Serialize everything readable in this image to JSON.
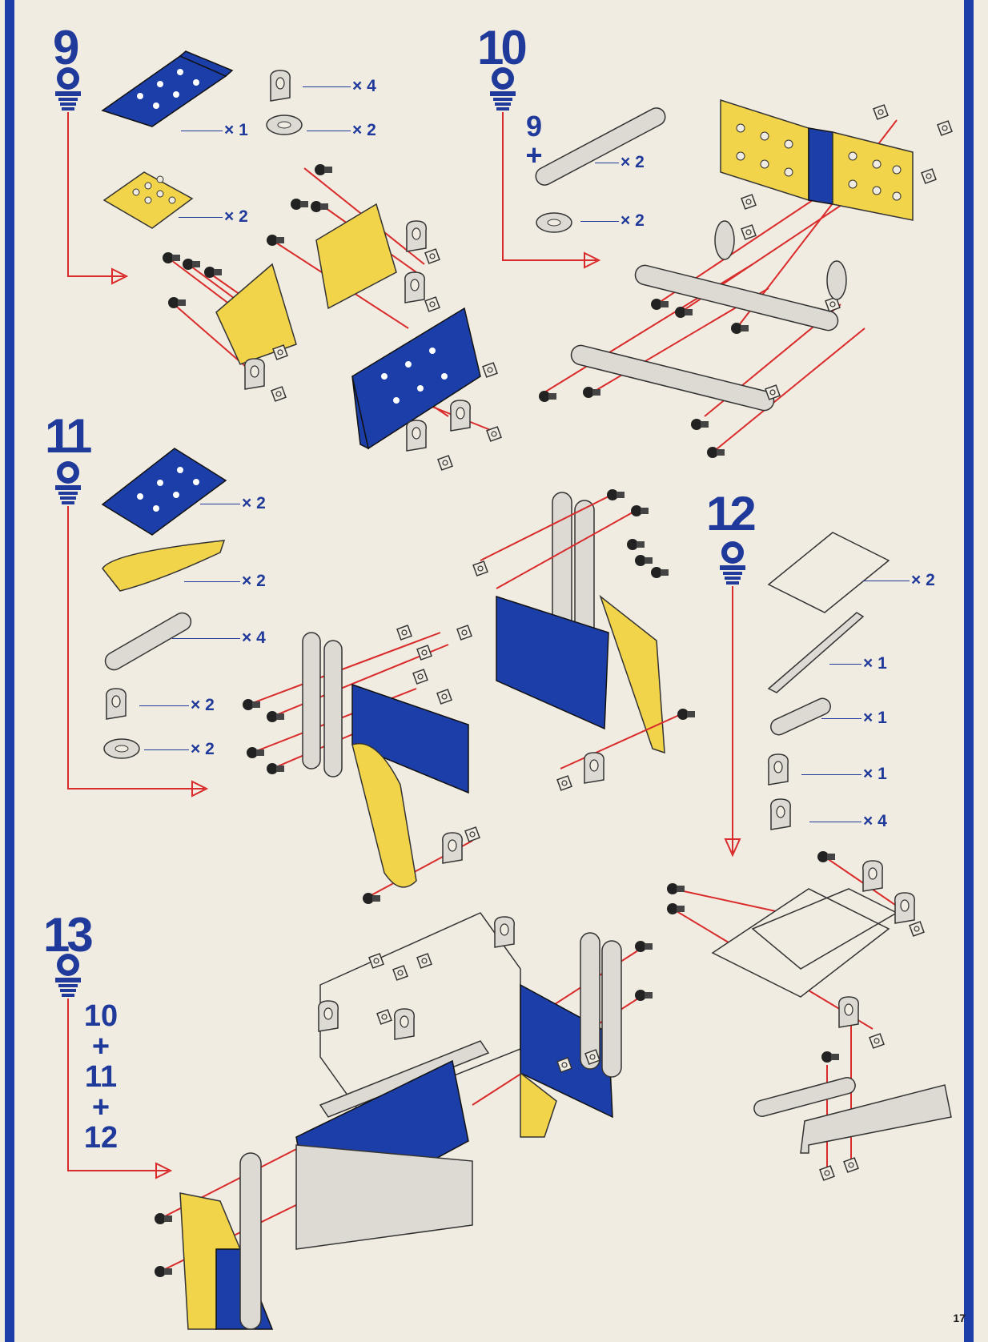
{
  "page": {
    "number": "17"
  },
  "colors": {
    "blue": "#1b3ea8",
    "yellow": "#f2d44a",
    "silver": "#dcdad3",
    "red": "#d92b2b",
    "ink": "#1f3a9a"
  },
  "steps": [
    {
      "number": "9",
      "parts": [
        "× 4",
        "× 2",
        "× 1",
        "× 2"
      ]
    },
    {
      "number": "10",
      "combine": [
        "9",
        "+"
      ],
      "parts": [
        "× 2",
        "× 2"
      ]
    },
    {
      "number": "11",
      "parts": [
        "× 2",
        "× 2",
        "× 4",
        "× 2",
        "× 2"
      ]
    },
    {
      "number": "12",
      "parts": [
        "× 2",
        "× 1",
        "× 1",
        "× 1",
        "× 4"
      ]
    },
    {
      "number": "13",
      "combine": [
        "10",
        "+",
        "11",
        "+",
        "12"
      ]
    }
  ]
}
